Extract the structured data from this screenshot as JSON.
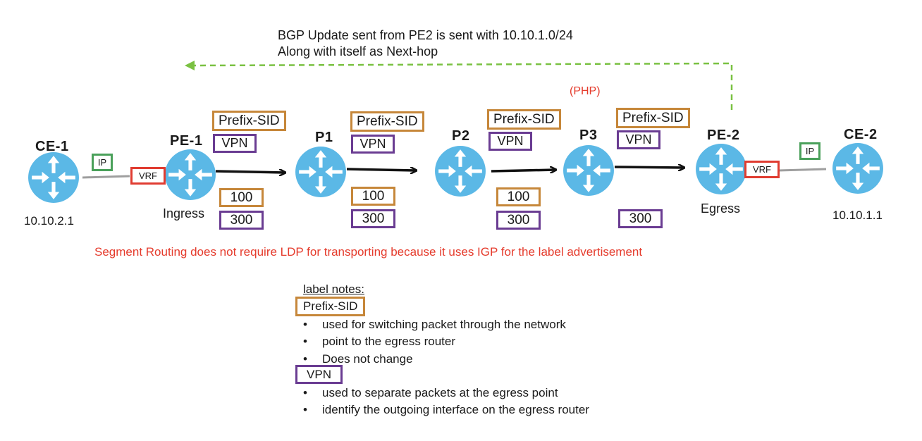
{
  "bgp_update": {
    "line1": "BGP Update sent from PE2 is sent with 10.10.1.0/24",
    "line2": "Along with itself as Next-hop"
  },
  "php_label": "(PHP)",
  "routers": {
    "ce1": {
      "name": "CE-1",
      "ip": "10.10.2.1"
    },
    "pe1": {
      "name": "PE-1",
      "role": "Ingress"
    },
    "p1": {
      "name": "P1"
    },
    "p2": {
      "name": "P2"
    },
    "p3": {
      "name": "P3"
    },
    "pe2": {
      "name": "PE-2",
      "role": "Egress"
    },
    "ce2": {
      "name": "CE-2",
      "ip": "10.10.1.1"
    }
  },
  "interface_tags": {
    "ip": "IP",
    "vrf": "VRF"
  },
  "label_stacks": {
    "pe1_p1": {
      "prefix_sid": "Prefix-SID",
      "vpn": "VPN",
      "prefix_value": "100",
      "vpn_value": "300"
    },
    "p1_p2": {
      "prefix_sid": "Prefix-SID",
      "vpn": "VPN",
      "prefix_value": "100",
      "vpn_value": "300"
    },
    "p2_p3": {
      "prefix_sid": "Prefix-SID",
      "vpn": "VPN",
      "prefix_value": "100",
      "vpn_value": "300"
    },
    "p3_pe2": {
      "prefix_sid": "Prefix-SID",
      "vpn": "VPN",
      "vpn_value": "300"
    }
  },
  "segment_routing_note": "Segment Routing does not require LDP for transporting because it uses IGP for the label advertisement",
  "label_notes": {
    "title": "label notes:",
    "prefix_sid": {
      "label": "Prefix-SID",
      "bullets": [
        "used for switching packet through the network",
        "point to the egress router",
        "Does not change"
      ]
    },
    "vpn": {
      "label": "VPN",
      "bullets": [
        "used to separate packets at the egress point",
        "identify the outgoing interface on the egress router"
      ]
    }
  },
  "colors": {
    "router_fill": "#5bb8e6",
    "prefix_sid_border": "#c6873a",
    "vpn_border": "#6a3c92",
    "vrf_border": "#e03c31",
    "ip_border": "#4aa05a",
    "bgp_arrow": "#7ac142",
    "note_text": "#e53b2c"
  },
  "icons": [
    "router-icon",
    "arrow-right-icon",
    "dashed-arrow-left-icon",
    "bullet-icon"
  ]
}
